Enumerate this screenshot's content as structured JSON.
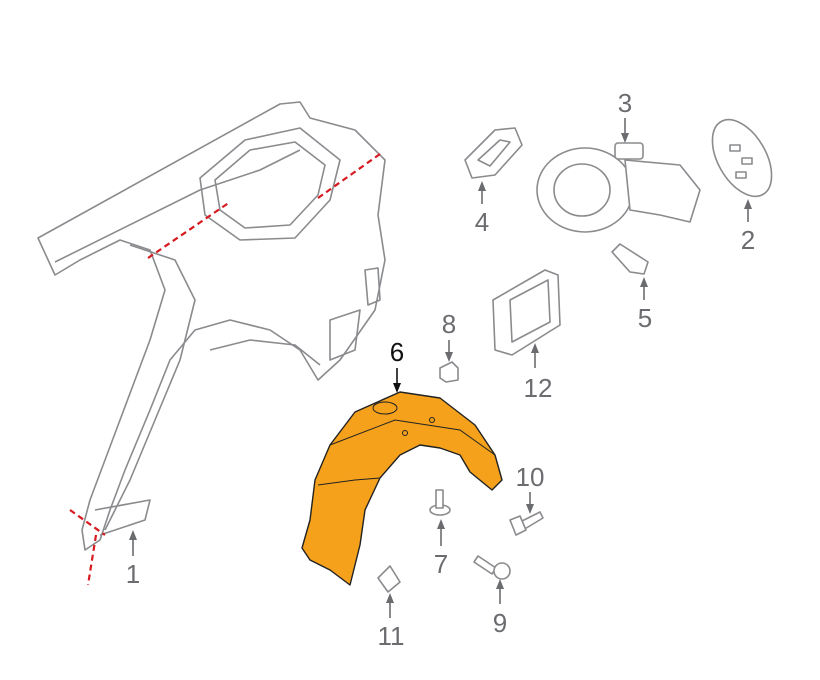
{
  "colors": {
    "highlight": "#F5A11C",
    "line": "#8a8b8e",
    "label": "#6b6c6f",
    "cut_line": "#d71920"
  },
  "callouts": [
    {
      "label": "1",
      "part": "quarter-panel"
    },
    {
      "label": "2",
      "part": "fuel-door"
    },
    {
      "label": "3",
      "part": "fuel-filler-housing"
    },
    {
      "label": "4",
      "part": "seal"
    },
    {
      "label": "5",
      "part": "actuator"
    },
    {
      "label": "6",
      "part": "wheel-house-liner",
      "highlighted": true
    },
    {
      "label": "7",
      "part": "push-clip"
    },
    {
      "label": "8",
      "part": "nut"
    },
    {
      "label": "9",
      "part": "screw"
    },
    {
      "label": "10",
      "part": "bolt"
    },
    {
      "label": "11",
      "part": "clip-nut"
    },
    {
      "label": "12",
      "part": "vent"
    }
  ]
}
